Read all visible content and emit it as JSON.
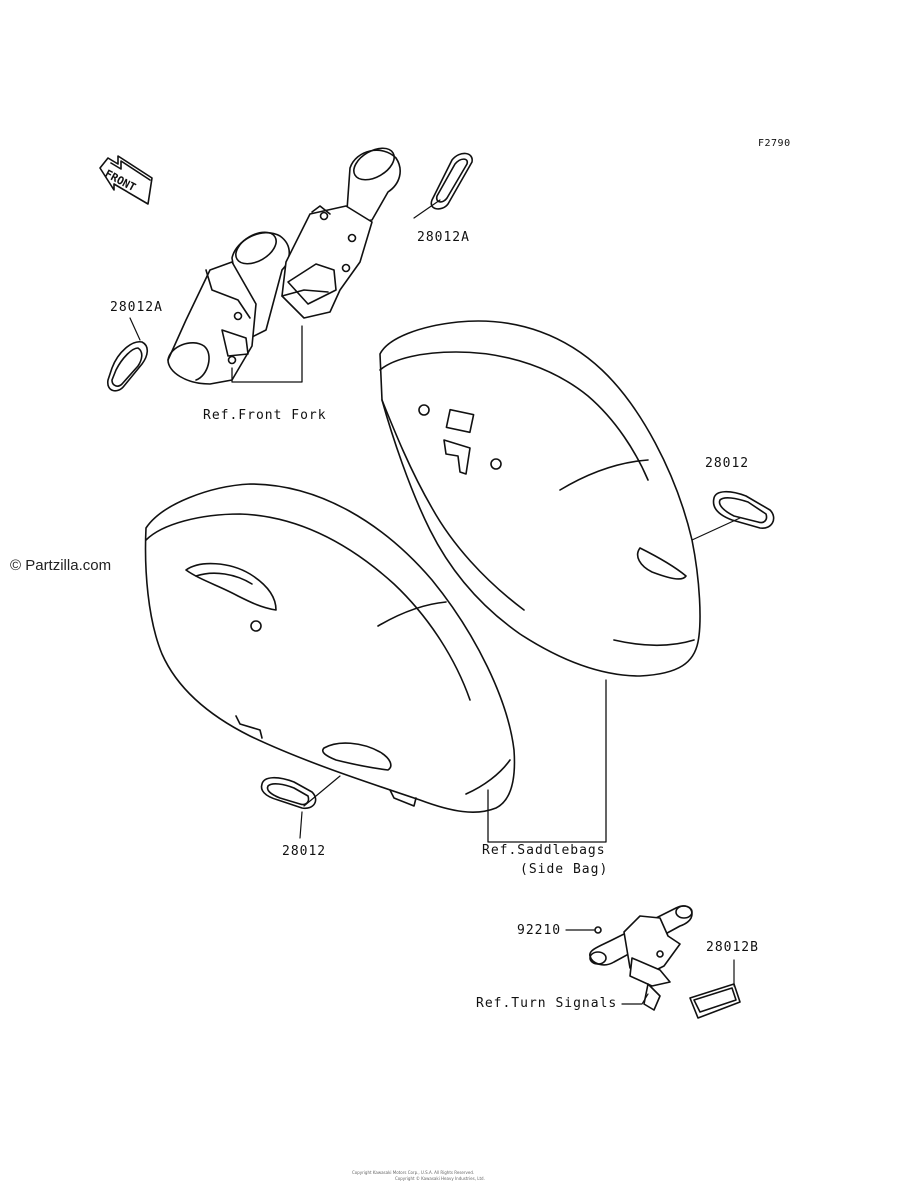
{
  "figure_code": "F2790",
  "watermark": "© Partzilla.com",
  "front_arrow_label": "FRONT",
  "callouts": {
    "part_28012A_upper": "28012A",
    "part_28012A_left": "28012A",
    "ref_front_fork": "Ref.Front Fork",
    "part_28012_right": "28012",
    "part_28012_lower": "28012",
    "ref_saddlebags_line1": "Ref.Saddlebags",
    "ref_saddlebags_line2": "(Side Bag)",
    "part_92210": "92210",
    "part_28012B": "28012B",
    "ref_turn_signals": "Ref.Turn Signals"
  },
  "footer_line1": "Copyright Kawasaki Motors Corp., U.S.A. All Rights Reserved.",
  "footer_line2": "Copyright © Kawasaki Heavy Industries, Ltd."
}
